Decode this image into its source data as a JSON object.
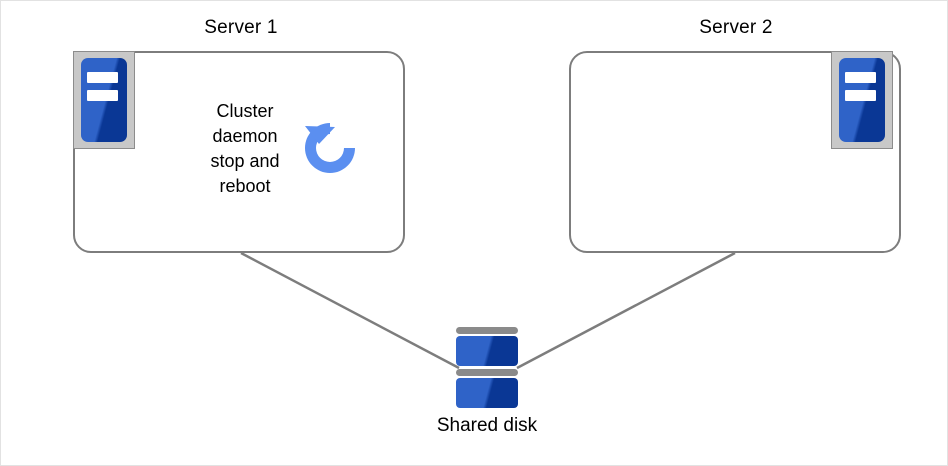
{
  "diagram": {
    "type": "cluster-topology",
    "background_color": "#ffffff",
    "border_color": "#e2e2e2",
    "line_color": "#7d7d7d",
    "accent_blue": "#2f63c8",
    "accent_dark_blue": "#0a3795",
    "reboot_icon_color": "#5b8ff0",
    "icon_frame_gray": "#c8c8c8"
  },
  "nodes": {
    "server1": {
      "title": "Server 1",
      "icon": "server-icon",
      "status_text": "Cluster\ndaemon\nstop and\nreboot",
      "status_lines": [
        "Cluster",
        "daemon",
        "stop and",
        "reboot"
      ],
      "status_icon": "reboot-icon"
    },
    "server2": {
      "title": "Server 2",
      "icon": "server-icon",
      "status_text": "",
      "status_lines": []
    },
    "storage": {
      "label": "Shared disk",
      "icon": "disk-icon"
    }
  },
  "connections": [
    {
      "from": "server1",
      "to": "storage"
    },
    {
      "from": "server2",
      "to": "storage"
    }
  ]
}
